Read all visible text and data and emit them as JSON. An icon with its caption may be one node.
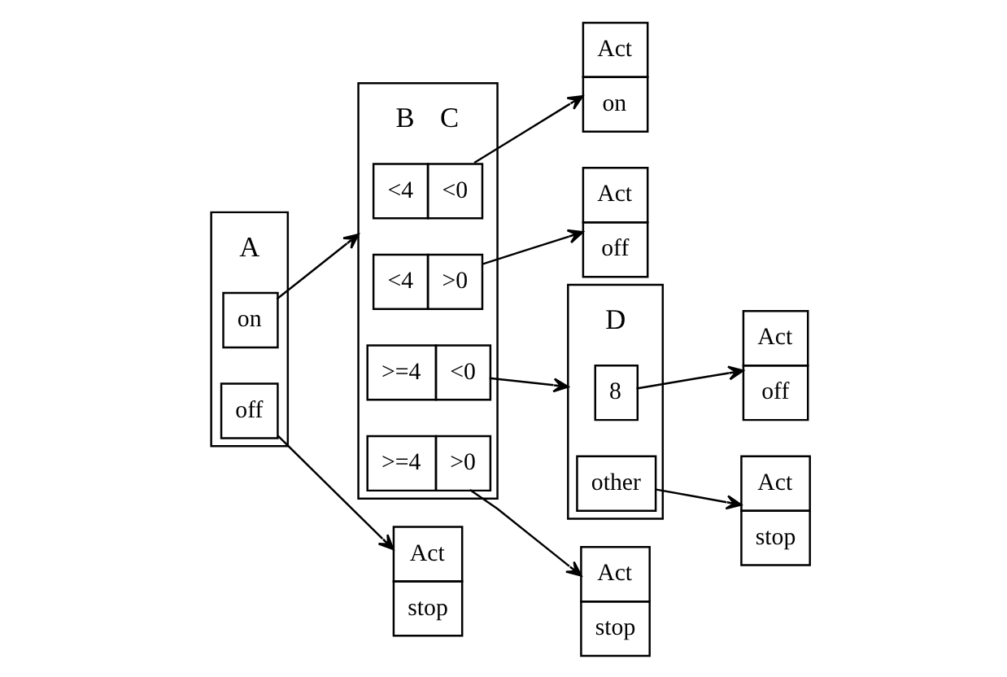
{
  "diagram": {
    "nodes": [
      {
        "text": [
          "A"
        ]
      },
      {
        "text": [
          "on"
        ],
        "in": 0
      },
      {
        "text": [
          "off"
        ],
        "in": 0
      },
      {
        "text": [
          "B",
          "C"
        ]
      },
      {
        "text": [
          "<4",
          "<0"
        ],
        "in": 3
      },
      {
        "text": [
          "<4",
          ">0"
        ],
        "in": 3
      },
      {
        "text": [
          ">=4",
          "<0"
        ],
        "in": 3
      },
      {
        "text": [
          ">=4",
          ">0"
        ],
        "in": 3
      },
      {
        "text": [
          "D"
        ]
      },
      {
        "text": [
          "8"
        ],
        "in": 8
      },
      {
        "text": [
          "other"
        ],
        "in": 8
      },
      {
        "text": [
          "Act",
          "on"
        ]
      },
      {
        "text": [
          "Act",
          "off"
        ]
      },
      {
        "text": [
          "Act",
          "off"
        ]
      },
      {
        "text": [
          "Act",
          "stop"
        ]
      },
      {
        "text": [
          "Act",
          "stop"
        ]
      },
      {
        "text": [
          "Act",
          "stop"
        ]
      }
    ],
    "edges": [
      {
        "from": 1,
        "to": 3,
        "arrow": "to"
      },
      {
        "from": 2,
        "to": 15,
        "arrow": "to"
      },
      {
        "from": 4,
        "to": 11,
        "arrow": "to"
      },
      {
        "from": 5,
        "to": 12,
        "arrow": "to"
      },
      {
        "from": 6,
        "to": 8,
        "arrow": "to"
      },
      {
        "from": 7,
        "to": 16,
        "arrow": "to"
      },
      {
        "from": 9,
        "to": 13,
        "arrow": "to"
      },
      {
        "from": 10,
        "to": 14,
        "arrow": "to"
      }
    ]
  }
}
